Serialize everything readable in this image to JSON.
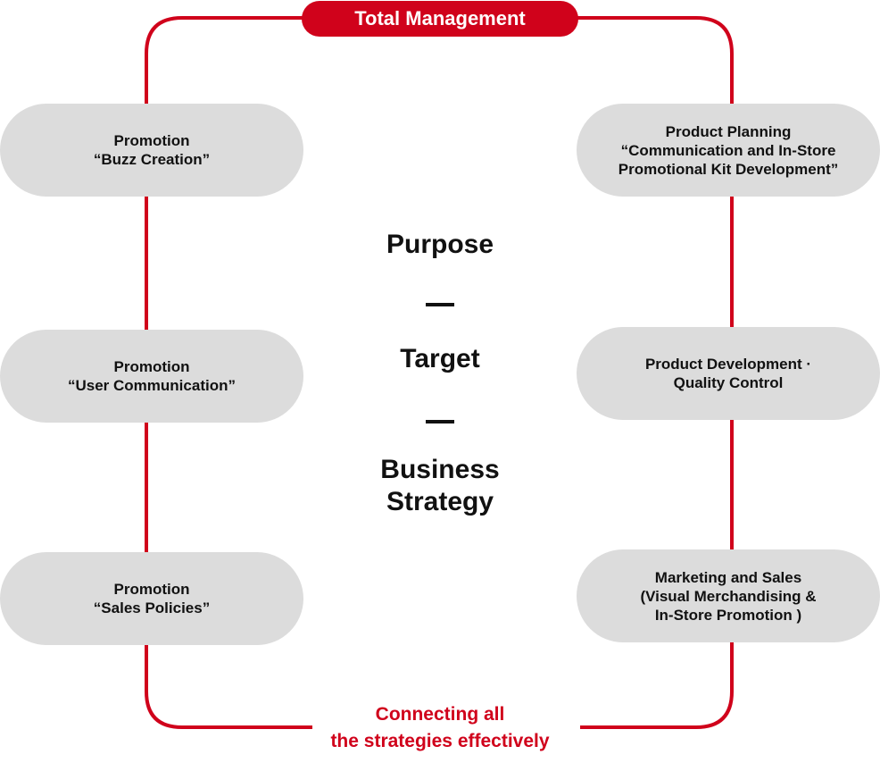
{
  "header": {
    "title": "Total Management"
  },
  "left_items": [
    {
      "title": "Promotion",
      "subtitle": "“Buzz Creation”"
    },
    {
      "title": "Promotion",
      "subtitle": "“User Communication”"
    },
    {
      "title": "Promotion",
      "subtitle": "“Sales Policies”"
    }
  ],
  "right_items": [
    {
      "lines": [
        "Product Planning",
        "“Communication and In-Store",
        "Promotional Kit Development”"
      ]
    },
    {
      "lines": [
        "Product Development ·",
        "Quality Control"
      ]
    },
    {
      "lines": [
        "Marketing and Sales",
        "(Visual Merchandising &",
        "In-Store Promotion )"
      ]
    }
  ],
  "center": {
    "purpose": "Purpose",
    "target": "Target",
    "strategy_line1": "Business",
    "strategy_line2": "Strategy"
  },
  "footer": {
    "line1": "Connecting all",
    "line2": "the strategies effectively"
  },
  "colors": {
    "accent": "#d0021b",
    "pill": "#dcdcdc",
    "text": "#111111"
  }
}
